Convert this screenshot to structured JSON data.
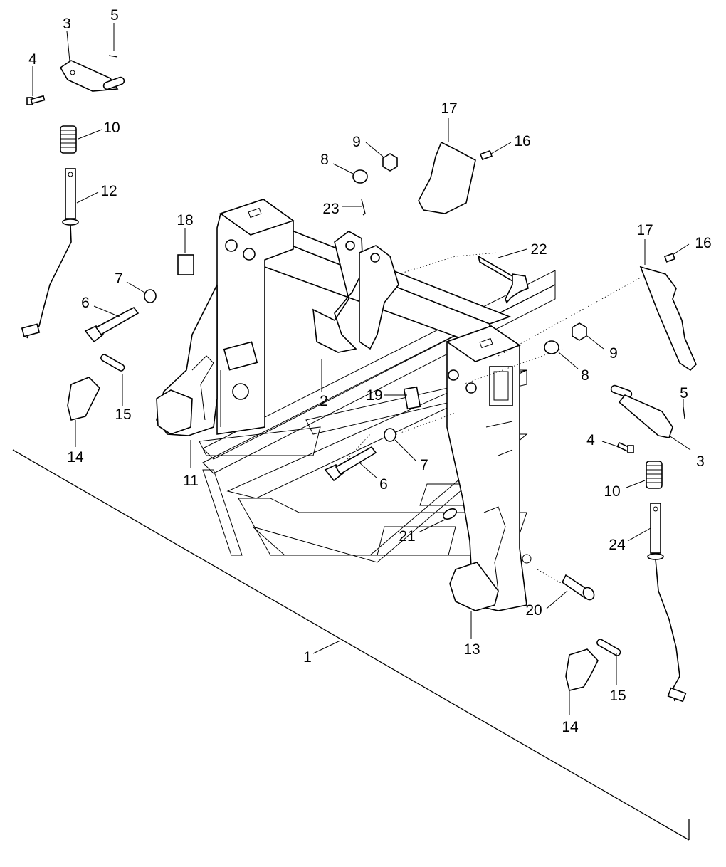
{
  "diagram": {
    "callouts": [
      {
        "id": "c-3a",
        "label": "3"
      },
      {
        "id": "c-5a",
        "label": "5"
      },
      {
        "id": "c-4a",
        "label": "4"
      },
      {
        "id": "c-10a",
        "label": "10"
      },
      {
        "id": "c-12",
        "label": "12"
      },
      {
        "id": "c-7a",
        "label": "7"
      },
      {
        "id": "c-6a",
        "label": "6"
      },
      {
        "id": "c-18",
        "label": "18"
      },
      {
        "id": "c-15a",
        "label": "15"
      },
      {
        "id": "c-14a",
        "label": "14"
      },
      {
        "id": "c-11",
        "label": "11"
      },
      {
        "id": "c-2",
        "label": "2"
      },
      {
        "id": "c-9a",
        "label": "9"
      },
      {
        "id": "c-8a",
        "label": "8"
      },
      {
        "id": "c-23",
        "label": "23"
      },
      {
        "id": "c-17a",
        "label": "17"
      },
      {
        "id": "c-16a",
        "label": "16"
      },
      {
        "id": "c-22",
        "label": "22"
      },
      {
        "id": "c-17b",
        "label": "17"
      },
      {
        "id": "c-16b",
        "label": "16"
      },
      {
        "id": "c-9b",
        "label": "9"
      },
      {
        "id": "c-8b",
        "label": "8"
      },
      {
        "id": "c-19",
        "label": "19"
      },
      {
        "id": "c-7b",
        "label": "7"
      },
      {
        "id": "c-6b",
        "label": "6"
      },
      {
        "id": "c-5b",
        "label": "5"
      },
      {
        "id": "c-4b",
        "label": "4"
      },
      {
        "id": "c-3b",
        "label": "3"
      },
      {
        "id": "c-10b",
        "label": "10"
      },
      {
        "id": "c-24",
        "label": "24"
      },
      {
        "id": "c-21",
        "label": "21"
      },
      {
        "id": "c-20",
        "label": "20"
      },
      {
        "id": "c-13",
        "label": "13"
      },
      {
        "id": "c-1",
        "label": "1"
      },
      {
        "id": "c-15b",
        "label": "15"
      },
      {
        "id": "c-14b",
        "label": "14"
      }
    ]
  }
}
